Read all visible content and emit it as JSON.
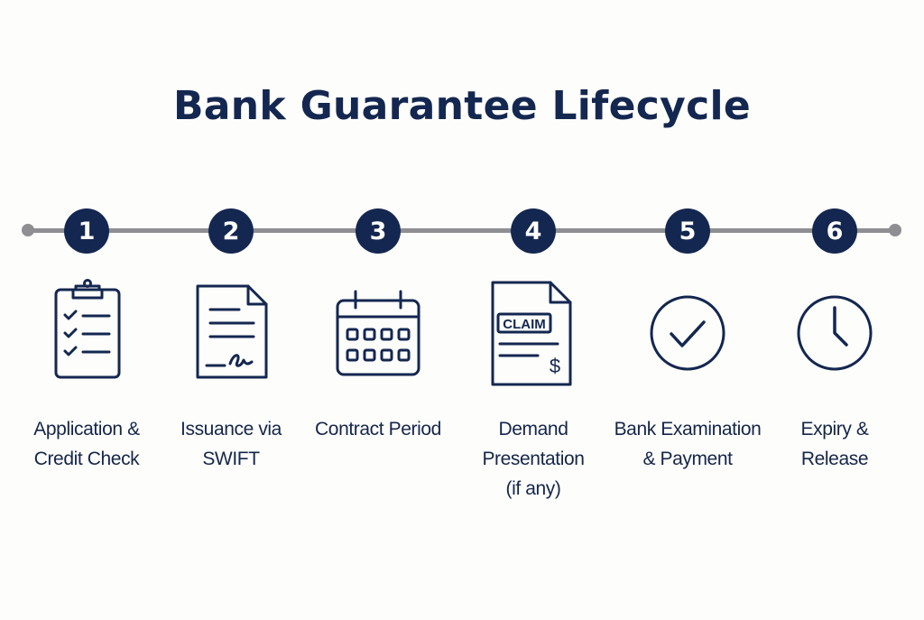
{
  "title": "Bank Guarantee Lifecycle",
  "colors": {
    "primary": "#142750",
    "timeline": "#8e8e93",
    "background": "#fdfdfb"
  },
  "steps": [
    {
      "number": "1",
      "icon": "clipboard-checklist-icon",
      "label_line1": "Application &",
      "label_line2": "Credit Check"
    },
    {
      "number": "2",
      "icon": "signed-document-icon",
      "label_line1": "Issuance via",
      "label_line2": "SWIFT"
    },
    {
      "number": "3",
      "icon": "calendar-icon",
      "label_line1": "Contract Period",
      "label_line2": ""
    },
    {
      "number": "4",
      "icon": "claim-document-icon",
      "icon_text": "CLAIM",
      "icon_symbol": "$",
      "label_line1": "Demand Presentation",
      "label_line2": "(if any)"
    },
    {
      "number": "5",
      "icon": "checkmark-circle-icon",
      "label_line1": "Bank Examination",
      "label_line2": "& Payment"
    },
    {
      "number": "6",
      "icon": "clock-icon",
      "label_line1": "Expiry &",
      "label_line2": "Release"
    }
  ]
}
